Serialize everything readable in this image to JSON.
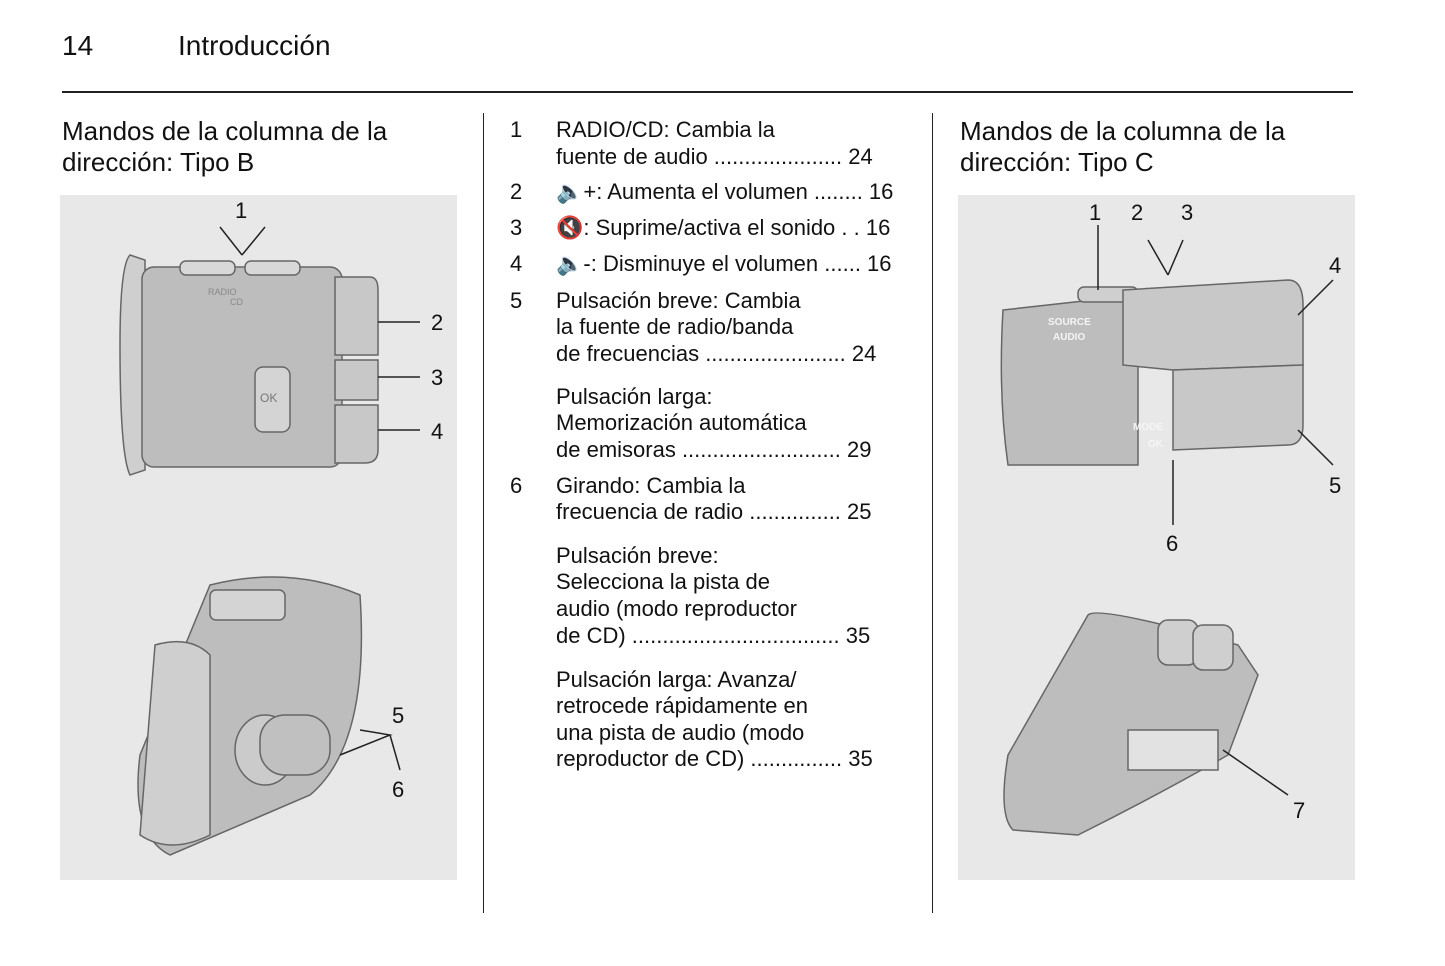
{
  "header": {
    "page_number": "14",
    "chapter": "Introducción"
  },
  "left": {
    "title_line1": "Mandos de la columna de la",
    "title_line2": "dirección: Tipo B",
    "figure": {
      "callouts": [
        "1",
        "2",
        "3",
        "4",
        "5",
        "6"
      ],
      "labels": [
        "RADIO",
        "CD",
        "OK"
      ]
    }
  },
  "right": {
    "title_line1": "Mandos de la columna de la",
    "title_line2": "dirección: Tipo C",
    "figure": {
      "callouts": [
        "1",
        "2",
        "3",
        "4",
        "5",
        "6",
        "7"
      ],
      "labels": [
        "SOURCE",
        "AUDIO",
        "MODE",
        "OK"
      ]
    }
  },
  "items": [
    {
      "num": "1",
      "lines": [
        "RADIO/CD: Cambia la",
        "fuente de audio ..................... 24"
      ]
    },
    {
      "num": "2",
      "lines": [
        "🔈+: Aumenta el volumen ........ 16"
      ]
    },
    {
      "num": "3",
      "lines": [
        "🔇: Suprime/activa el sonido . . 16"
      ]
    },
    {
      "num": "4",
      "lines": [
        "🔈-: Disminuye el volumen ...... 16"
      ]
    },
    {
      "num": "5",
      "lines": [
        "Pulsación breve: Cambia",
        "la fuente de radio/banda",
        "de frecuencias ....................... 24",
        "Pulsación larga:",
        "Memorización automática",
        "de emisoras .......................... 29"
      ]
    },
    {
      "num": "6",
      "lines": [
        "Girando: Cambia la",
        "frecuencia de radio ............... 25",
        "Pulsación breve:",
        "Selecciona la pista de",
        "audio (modo reproductor",
        "de CD) .................................. 35",
        "Pulsación larga: Avanza/",
        "retrocede rápidamente en",
        "una pista de audio (modo",
        "reproductor de CD) ............... 35"
      ]
    }
  ]
}
